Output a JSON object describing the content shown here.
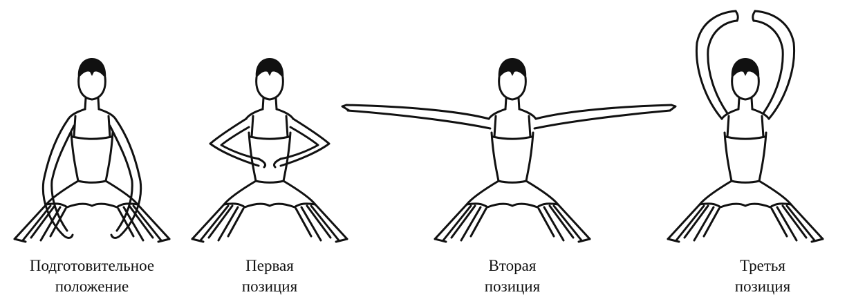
{
  "positions": [
    {
      "line1": "Подготовительное",
      "line2": "положение",
      "arms": "preparatory"
    },
    {
      "line1": "Первая",
      "line2": "позиция",
      "arms": "first"
    },
    {
      "line1": "Вторая",
      "line2": "позиция",
      "arms": "second"
    },
    {
      "line1": "Третья",
      "line2": "позиция",
      "arms": "third"
    }
  ],
  "colors": {
    "ink": "#111111",
    "background": "#ffffff"
  }
}
